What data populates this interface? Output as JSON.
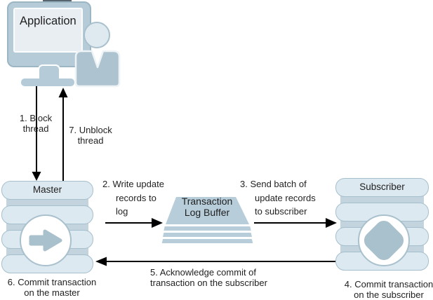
{
  "application": {
    "label": "Application"
  },
  "master": {
    "label": "Master",
    "caption": "6. Commit transaction\non the master"
  },
  "subscriber": {
    "label": "Subscriber",
    "caption": "4. Commit transaction\non the subscriber"
  },
  "log_buffer": {
    "label": "Transaction\nLog Buffer"
  },
  "steps": {
    "block": "1. Block\nthread",
    "unblock": "7. Unblock\nthread",
    "write": "2. Write update\nrecords to\nlog",
    "send": "3. Send batch of\nupdate records\nto subscriber",
    "ack": "5. Acknowledge commit of\ntransaction on the subscriber"
  },
  "icons": {
    "master_icon": "right-arrow-icon",
    "subscriber_icon": "diamond-icon"
  },
  "colors": {
    "shape_fill": "#b5cbd8",
    "shape_border": "#9db6c4",
    "screen_fill": "#e9eef2",
    "disk_fill": "#dde9f0",
    "disk_border": "#a6bfcc",
    "disk_band": "#c3d4de",
    "person_fill": "#aec3d0",
    "head_fill": "#dfe9f0",
    "icon_fill": "#a9c0cd",
    "buffer_fill": "#b7cdda",
    "arrow_color": "#000000",
    "text_color": "#1f1f1f"
  }
}
